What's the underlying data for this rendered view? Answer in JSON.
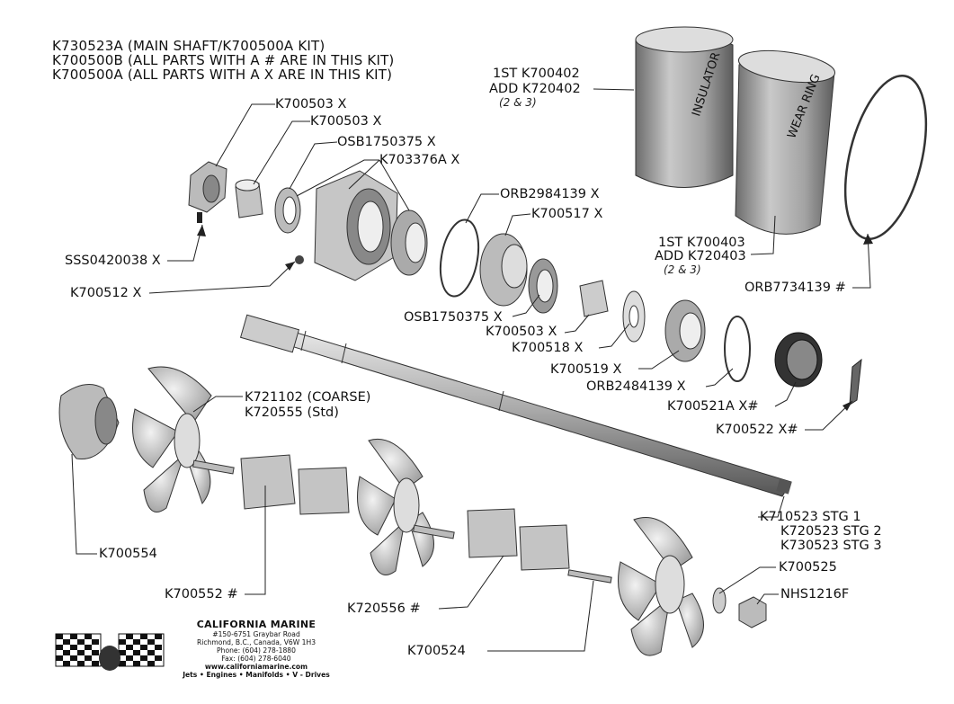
{
  "header": {
    "line1": "K730523A (MAIN SHAFT/K700500A KIT)",
    "line2": "K700500B (ALL PARTS WITH A # ARE IN THIS KIT)",
    "line3": "K700500A (ALL PARTS WITH A X ARE IN THIS KIT)"
  },
  "parts": {
    "k700503_top": "K700503  X",
    "k700503_2": "K700503  X",
    "osb_top": "OSB1750375  X",
    "k703376a": "K703376A  X",
    "orb2984139": "ORB2984139  X",
    "k700517": "K700517  X",
    "sss0420038": "SSS0420038  X",
    "k700512": "K700512  X",
    "osb_mid": "OSB1750375  X",
    "k700503_mid": "K700503  X",
    "k700518": "K700518  X",
    "k700519": "K700519  X",
    "orb2484139": "ORB2484139  X",
    "k700521a": "K700521A  X#",
    "k700522": "K700522  X#",
    "orb7734139": "ORB7734139  #",
    "insulator_line1": "1ST K700402",
    "insulator_line2": "ADD K720402",
    "insulator_note": "(2 & 3)",
    "insulator_text": "INSULATOR",
    "wear_line1": "1ST K700403",
    "wear_line2": "ADD K720403",
    "wear_note": "(2 & 3)",
    "wear_text": "WEAR RING",
    "k721102": "K721102 (COARSE)",
    "k720555": "K720555 (Std)",
    "k700554": "K700554",
    "k700552": "K700552  #",
    "k720556": "K720556  #",
    "k700524": "K700524",
    "stg1": "K710523 STG 1",
    "stg2": "K720523 STG 2",
    "stg3": "K730523 STG 3",
    "k700525": "K700525",
    "nhs1216f": "NHS1216F"
  },
  "logo": {
    "name": "CALIFORNIA MARINE",
    "address1": "#150-6751 Graybar Road",
    "address2": "Richmond, B.C., Canada, V6W 1H3",
    "phone": "Phone: (604) 278-1880",
    "fax": "Fax: (604) 278-6040",
    "web": "www.californiamarine.com",
    "tagline": "Jets • Engines • Manifolds • V - Drives"
  }
}
